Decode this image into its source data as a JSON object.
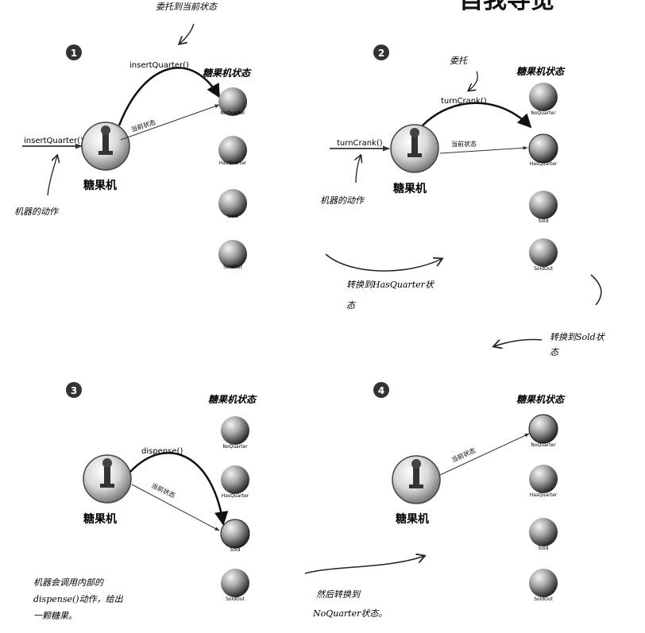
{
  "header": {
    "title_partial": "自我导览"
  },
  "panels": [
    {
      "number": "1",
      "machine_label": "糖果机",
      "states_title": "糖果机状态",
      "states": [
        "NoQuarter",
        "HasQuarter",
        "Sold",
        "SoldOut"
      ],
      "action": "insertQuarter()",
      "delegate_call": "insertQuarter()",
      "current_state_label": "当前状态",
      "delegate_note": "委托到当前状态",
      "action_note": "机器的动作"
    },
    {
      "number": "2",
      "machine_label": "糖果机",
      "states_title": "糖果机状态",
      "states": [
        "NoQuarter",
        "HasQuarter",
        "Sold",
        "SoldOut"
      ],
      "action": "turnCrank()",
      "delegate_call": "turnCrank()",
      "current_state_label": "当前状态",
      "delegate_note": "委托",
      "action_note": "机器的动作",
      "transition_note_line1": "转换到HasQuarter状",
      "transition_note_line2": "态"
    },
    {
      "number": "3",
      "machine_label": "糖果机",
      "states_title": "糖果机状态",
      "states": [
        "NoQuarter",
        "HasQuarter",
        "Sold",
        "SoldOut"
      ],
      "delegate_call": "dispense()",
      "current_state_label": "当前状态",
      "note_line1": "机器会调用内部的",
      "note_line2": "dispense()动作，给出",
      "note_line3": "一颗糖果。"
    },
    {
      "number": "4",
      "machine_label": "糖果机",
      "states_title": "糖果机状态",
      "states": [
        "NoQuarter",
        "HasQuarter",
        "Sold",
        "SoldOut"
      ],
      "current_state_label": "当前状态",
      "transition_note_line1": "然后转换到",
      "transition_note_line2": "NoQuarter状态。"
    }
  ],
  "between": {
    "to_sold_line1": "转换到Sold状",
    "to_sold_line2": "态"
  }
}
